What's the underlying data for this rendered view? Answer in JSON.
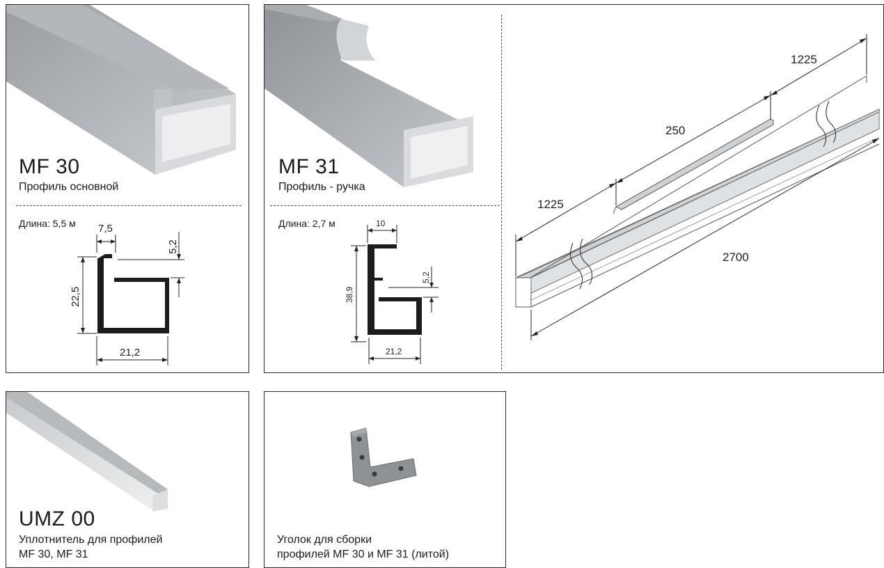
{
  "mf30": {
    "code": "MF 30",
    "name": "Профиль основной",
    "length": "Длина: 5,5 м",
    "dims": {
      "a": "7,5",
      "b": "5,2",
      "c": "22,5",
      "d": "21,2"
    }
  },
  "mf31": {
    "code": "MF 31",
    "name": "Профиль - ручка",
    "length": "Длина: 2,7 м",
    "dims": {
      "a": "10",
      "b": "5,2",
      "c": "38,9",
      "d": "21,2"
    }
  },
  "assembly": {
    "d1": "1225",
    "d2": "250",
    "d3": "1225",
    "total": "2700"
  },
  "umz": {
    "code": "UMZ 00",
    "line1": "Уплотнитель для профилей",
    "line2": "MF 30, MF 31"
  },
  "corner": {
    "line1": "Уголок для сборки",
    "line2": "профилей MF 30 и MF 31 (литой)"
  }
}
